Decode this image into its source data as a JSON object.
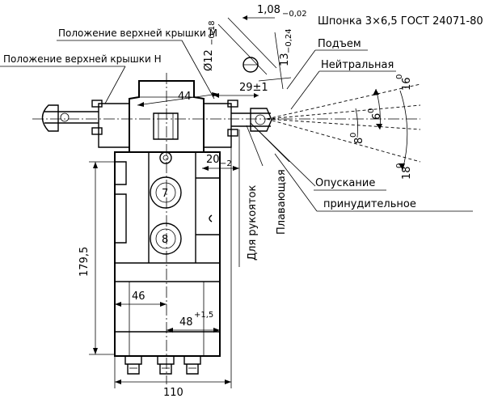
{
  "callouts": {
    "upper_cover_m": "Положение верхней крышки М",
    "upper_cover_h": "Положение верхней крышки Н",
    "key_spec": "Шпонка 3×6,5 ГОСТ 24071-80",
    "lift": "Подъем",
    "neutral": "Нейтральная",
    "lowering": "Опускание",
    "forced": "принудительное",
    "floating": "Плавающая",
    "for_handle": "Для рукояток"
  },
  "dimensions": {
    "d_108": "1,08",
    "d_108_tol": "−0,02",
    "d_phi12": "Ø12",
    "d_phi12_tol": "−0,18",
    "d_13": "13",
    "d_13_tol": "−0,24",
    "d_29": "29±1",
    "d_44": "44",
    "d_20": "20",
    "d_20_tol": "−2",
    "d_1795": "179,5",
    "d_46": "46",
    "d_48": "48",
    "d_48_tol": "+1,5",
    "d_110": "110"
  },
  "angles": {
    "a_16": "16",
    "a_16_sup": "0",
    "a_6": "6",
    "a_6_sup": "0",
    "a_8": "8",
    "a_8_sup": "0",
    "a_18": "18",
    "a_18_sup": "0"
  },
  "port_labels": {
    "port_7": "7",
    "port_8": "8"
  }
}
